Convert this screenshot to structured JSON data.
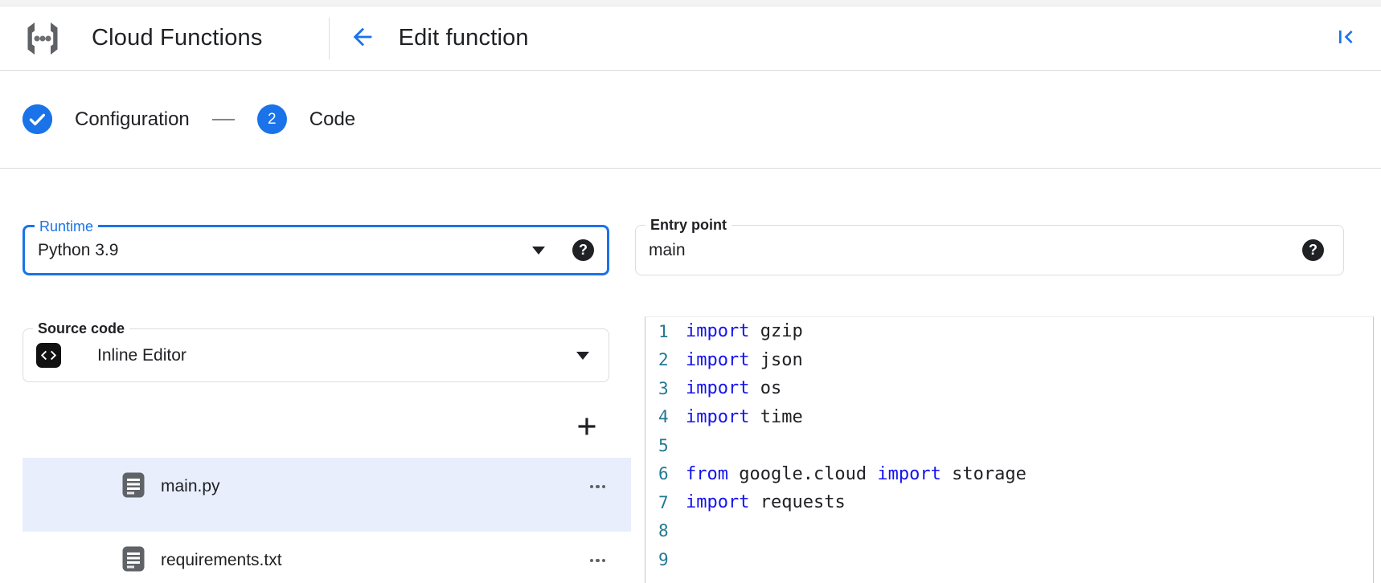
{
  "header": {
    "product": "Cloud Functions",
    "page_title": "Edit function"
  },
  "stepper": {
    "steps": [
      {
        "label": "Configuration",
        "state": "complete"
      },
      {
        "label": "Code",
        "number": "2",
        "state": "current"
      }
    ]
  },
  "form": {
    "runtime": {
      "label": "Runtime",
      "value": "Python 3.9",
      "focused": true
    },
    "entry_point": {
      "label": "Entry point",
      "value": "main"
    },
    "source_code": {
      "label": "Source code",
      "value": "Inline Editor"
    }
  },
  "files": [
    {
      "name": "main.py",
      "selected": true
    },
    {
      "name": "requirements.txt",
      "selected": false
    }
  ],
  "editor": {
    "lines": [
      {
        "n": "1",
        "tokens": [
          [
            "k",
            "import"
          ],
          [
            "p",
            " gzip"
          ]
        ]
      },
      {
        "n": "2",
        "tokens": [
          [
            "k",
            "import"
          ],
          [
            "p",
            " json"
          ]
        ]
      },
      {
        "n": "3",
        "tokens": [
          [
            "k",
            "import"
          ],
          [
            "p",
            " os"
          ]
        ]
      },
      {
        "n": "4",
        "tokens": [
          [
            "k",
            "import"
          ],
          [
            "p",
            " time"
          ]
        ]
      },
      {
        "n": "5",
        "tokens": []
      },
      {
        "n": "6",
        "tokens": [
          [
            "k",
            "from"
          ],
          [
            "p",
            " google.cloud "
          ],
          [
            "k",
            "import"
          ],
          [
            "p",
            " storage"
          ]
        ]
      },
      {
        "n": "7",
        "tokens": [
          [
            "k",
            "import"
          ],
          [
            "p",
            " requests"
          ]
        ]
      },
      {
        "n": "8",
        "tokens": []
      },
      {
        "n": "9",
        "tokens": []
      }
    ]
  },
  "colors": {
    "accent": "#1a73e8",
    "text": "#202124",
    "muted": "#5f6368",
    "border": "#dadce0",
    "selected_row": "#e8eefc",
    "keyword": "#1414f0",
    "line_number": "#237893",
    "logo_gray": "#5e6165"
  }
}
